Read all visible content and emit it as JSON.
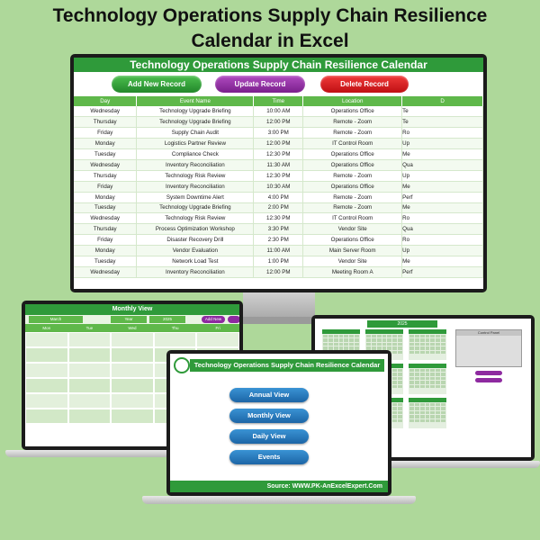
{
  "headline": {
    "line1": "Technology Operations Supply Chain Resilience",
    "line2": "Calendar in Excel"
  },
  "main_screen": {
    "title": "Technology Operations Supply Chain Resilience Calendar",
    "buttons": {
      "add": "Add New Record",
      "update": "Update Record",
      "delete": "Delete Record"
    },
    "columns": [
      "Day",
      "Event Name",
      "Time",
      "Location",
      "D"
    ],
    "rows": [
      [
        "Wednesday",
        "Technology Upgrade Briefing",
        "10:00 AM",
        "Operations Office",
        "Te"
      ],
      [
        "Thursday",
        "Technology Upgrade Briefing",
        "12:00 PM",
        "Remote - Zoom",
        "Te"
      ],
      [
        "Friday",
        "Supply Chain Audit",
        "3:00 PM",
        "Remote - Zoom",
        "Ro"
      ],
      [
        "Monday",
        "Logistics Partner Review",
        "12:00 PM",
        "IT Control Room",
        "Up"
      ],
      [
        "Tuesday",
        "Compliance Check",
        "12:30 PM",
        "Operations Office",
        "Me"
      ],
      [
        "Wednesday",
        "Inventory Reconciliation",
        "11:30 AM",
        "Operations Office",
        "Qua"
      ],
      [
        "Thursday",
        "Technology Risk Review",
        "12:30 PM",
        "Remote - Zoom",
        "Up"
      ],
      [
        "Friday",
        "Inventory Reconciliation",
        "10:30 AM",
        "Operations Office",
        "Me"
      ],
      [
        "Monday",
        "System Downtime Alert",
        "4:00 PM",
        "Remote - Zoom",
        "Perf"
      ],
      [
        "Tuesday",
        "Technology Upgrade Briefing",
        "2:00 PM",
        "Remote - Zoom",
        "Me"
      ],
      [
        "Wednesday",
        "Technology Risk Review",
        "12:30 PM",
        "IT Control Room",
        "Ro"
      ],
      [
        "Thursday",
        "Process Optimization Workshop",
        "3:30 PM",
        "Vendor Site",
        "Qua"
      ],
      [
        "Friday",
        "Disaster Recovery Drill",
        "2:30 PM",
        "Operations Office",
        "Ro"
      ],
      [
        "Monday",
        "Vendor Evaluation",
        "11:00 AM",
        "Main Server Room",
        "Up"
      ],
      [
        "Tuesday",
        "Network Load Test",
        "1:00 PM",
        "Vendor Site",
        "Me"
      ],
      [
        "Wednesday",
        "Inventory Reconciliation",
        "12:00 PM",
        "Meeting Room A",
        "Perf"
      ]
    ]
  },
  "monthly_view": {
    "title": "Monthly View",
    "controls": [
      "March",
      "Year",
      "2025",
      "Add New"
    ],
    "weekdays": [
      "Mon",
      "Tue",
      "Wed",
      "Thu",
      "Fri"
    ]
  },
  "annual_view": {
    "year": "2025",
    "panel_title": "Control Panel"
  },
  "dashboard": {
    "title": "Technology Operations Supply Chain Resilience Calendar",
    "nav": [
      "Annual View",
      "Monthly View",
      "Daily View",
      "Events"
    ],
    "footer": "Source: WWW.PK-AnExcelExpert.Com"
  },
  "colors": {
    "background": "#aed89a",
    "brand_green": "#2f9a3a",
    "add_button": "#2e9a35",
    "update_button": "#8e2aa0",
    "delete_button": "#d8181e",
    "nav_blue": "#2a7fc2"
  }
}
